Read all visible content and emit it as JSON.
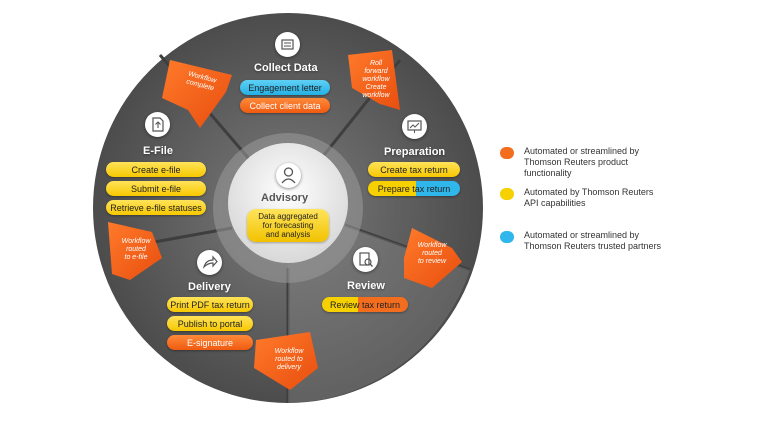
{
  "center": {
    "title": "Advisory",
    "box_text": "Data aggregated\nfor forecasting\nand analysis"
  },
  "sections": [
    {
      "key": "collect",
      "title": "Collect Data",
      "icon": "data-scan-icon",
      "pills": [
        {
          "label": "Engagement letter",
          "color": "blue"
        },
        {
          "label": "Collect client data",
          "color": "orange"
        }
      ]
    },
    {
      "key": "preparation",
      "title": "Preparation",
      "icon": "analytics-board-icon",
      "pills": [
        {
          "label": "Create tax return",
          "color": "yellow"
        },
        {
          "label": "Prepare tax return",
          "color": "yellow-blue"
        }
      ]
    },
    {
      "key": "review",
      "title": "Review",
      "icon": "document-search-icon",
      "pills": [
        {
          "label": "Review tax return",
          "color": "yellow-orange"
        }
      ]
    },
    {
      "key": "delivery",
      "title": "Delivery",
      "icon": "share-arrow-icon",
      "pills": [
        {
          "label": "Print PDF tax return",
          "color": "yellow"
        },
        {
          "label": "Publish to portal",
          "color": "yellow"
        },
        {
          "label": "E-signature",
          "color": "orange"
        }
      ]
    },
    {
      "key": "efile",
      "title": "E-File",
      "icon": "file-upload-icon",
      "pills": [
        {
          "label": "Create e-file",
          "color": "yellow"
        },
        {
          "label": "Submit e-file",
          "color": "yellow"
        },
        {
          "label": "Retrieve e-file statuses",
          "color": "yellow"
        }
      ]
    }
  ],
  "workflow_arrows": [
    {
      "text": "Workflow\ncomplete"
    },
    {
      "text": "Roll\nforward\nworkflow\nCreate\nworkflow"
    },
    {
      "text": "Workflow\nrouted\nto review"
    },
    {
      "text": "Workflow\nrouted to\ndelivery"
    },
    {
      "text": "Workflow\nrouted\nto e-file"
    }
  ],
  "legend": [
    {
      "color": "#f36d1f",
      "text": "Automated or streamlined by\nThomson Reuters product\nfunctionality"
    },
    {
      "color": "#f7d000",
      "text": "Automated by Thomson Reuters\nAPI capabilities"
    },
    {
      "color": "#2fb6ea",
      "text": "Automated or streamlined by\nThomson Reuters trusted partners"
    }
  ]
}
